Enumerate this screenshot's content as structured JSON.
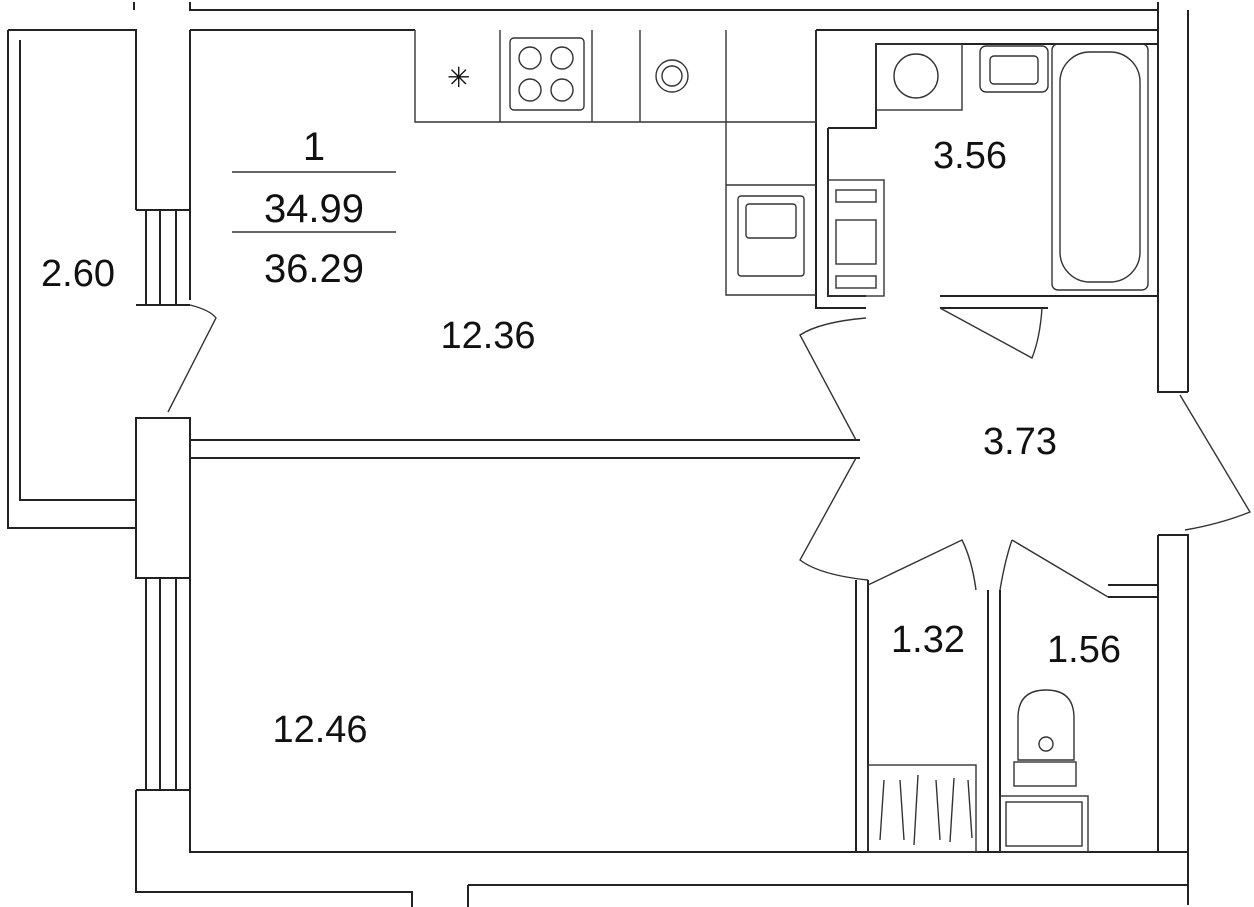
{
  "apartment": {
    "rooms_count": "1",
    "living_area": "34.99",
    "total_area": "36.29"
  },
  "rooms": [
    {
      "id": "balcony",
      "area": "2.60"
    },
    {
      "id": "kitchen",
      "area": "12.36"
    },
    {
      "id": "bathroom",
      "area": "3.56"
    },
    {
      "id": "hallway",
      "area": "3.73"
    },
    {
      "id": "wardrobe",
      "area": "1.32"
    },
    {
      "id": "toilet",
      "area": "1.56"
    },
    {
      "id": "bedroom",
      "area": "12.46"
    }
  ]
}
